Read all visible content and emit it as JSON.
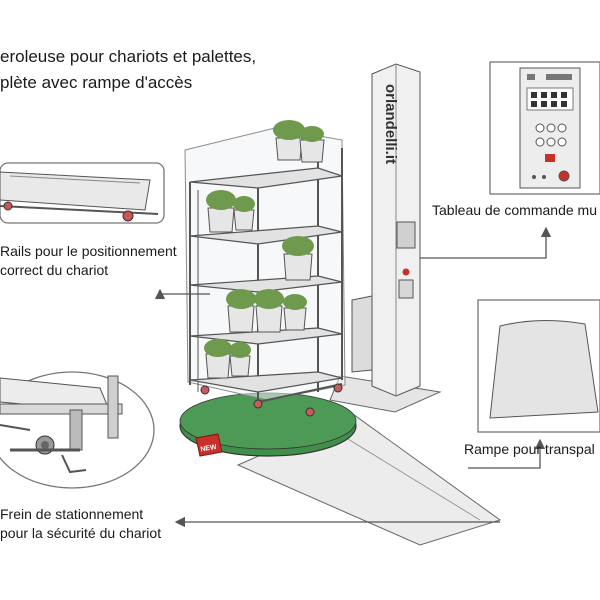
{
  "title": {
    "line1": "eroleuse pour chariots et palettes,",
    "line2": "plète avec rampe d'accès"
  },
  "brand": "orlandelli.it",
  "badge": "NEW",
  "labels": {
    "panel": "Tableau de commande mu",
    "rails_line1": "Rails pour le positionnement",
    "rails_line2": "correct du chariot",
    "ramp": "Rampe pour transpal",
    "brake_line1": "Frein de stationnement",
    "brake_line2": "pour la sécurité du chariot"
  },
  "colors": {
    "turntable": "#3f8f4a",
    "badge": "#c8312a",
    "line": "#555555",
    "plant": "#6f9a4e",
    "pot": "#e6e6e6",
    "metal": "#d9d9d9"
  }
}
